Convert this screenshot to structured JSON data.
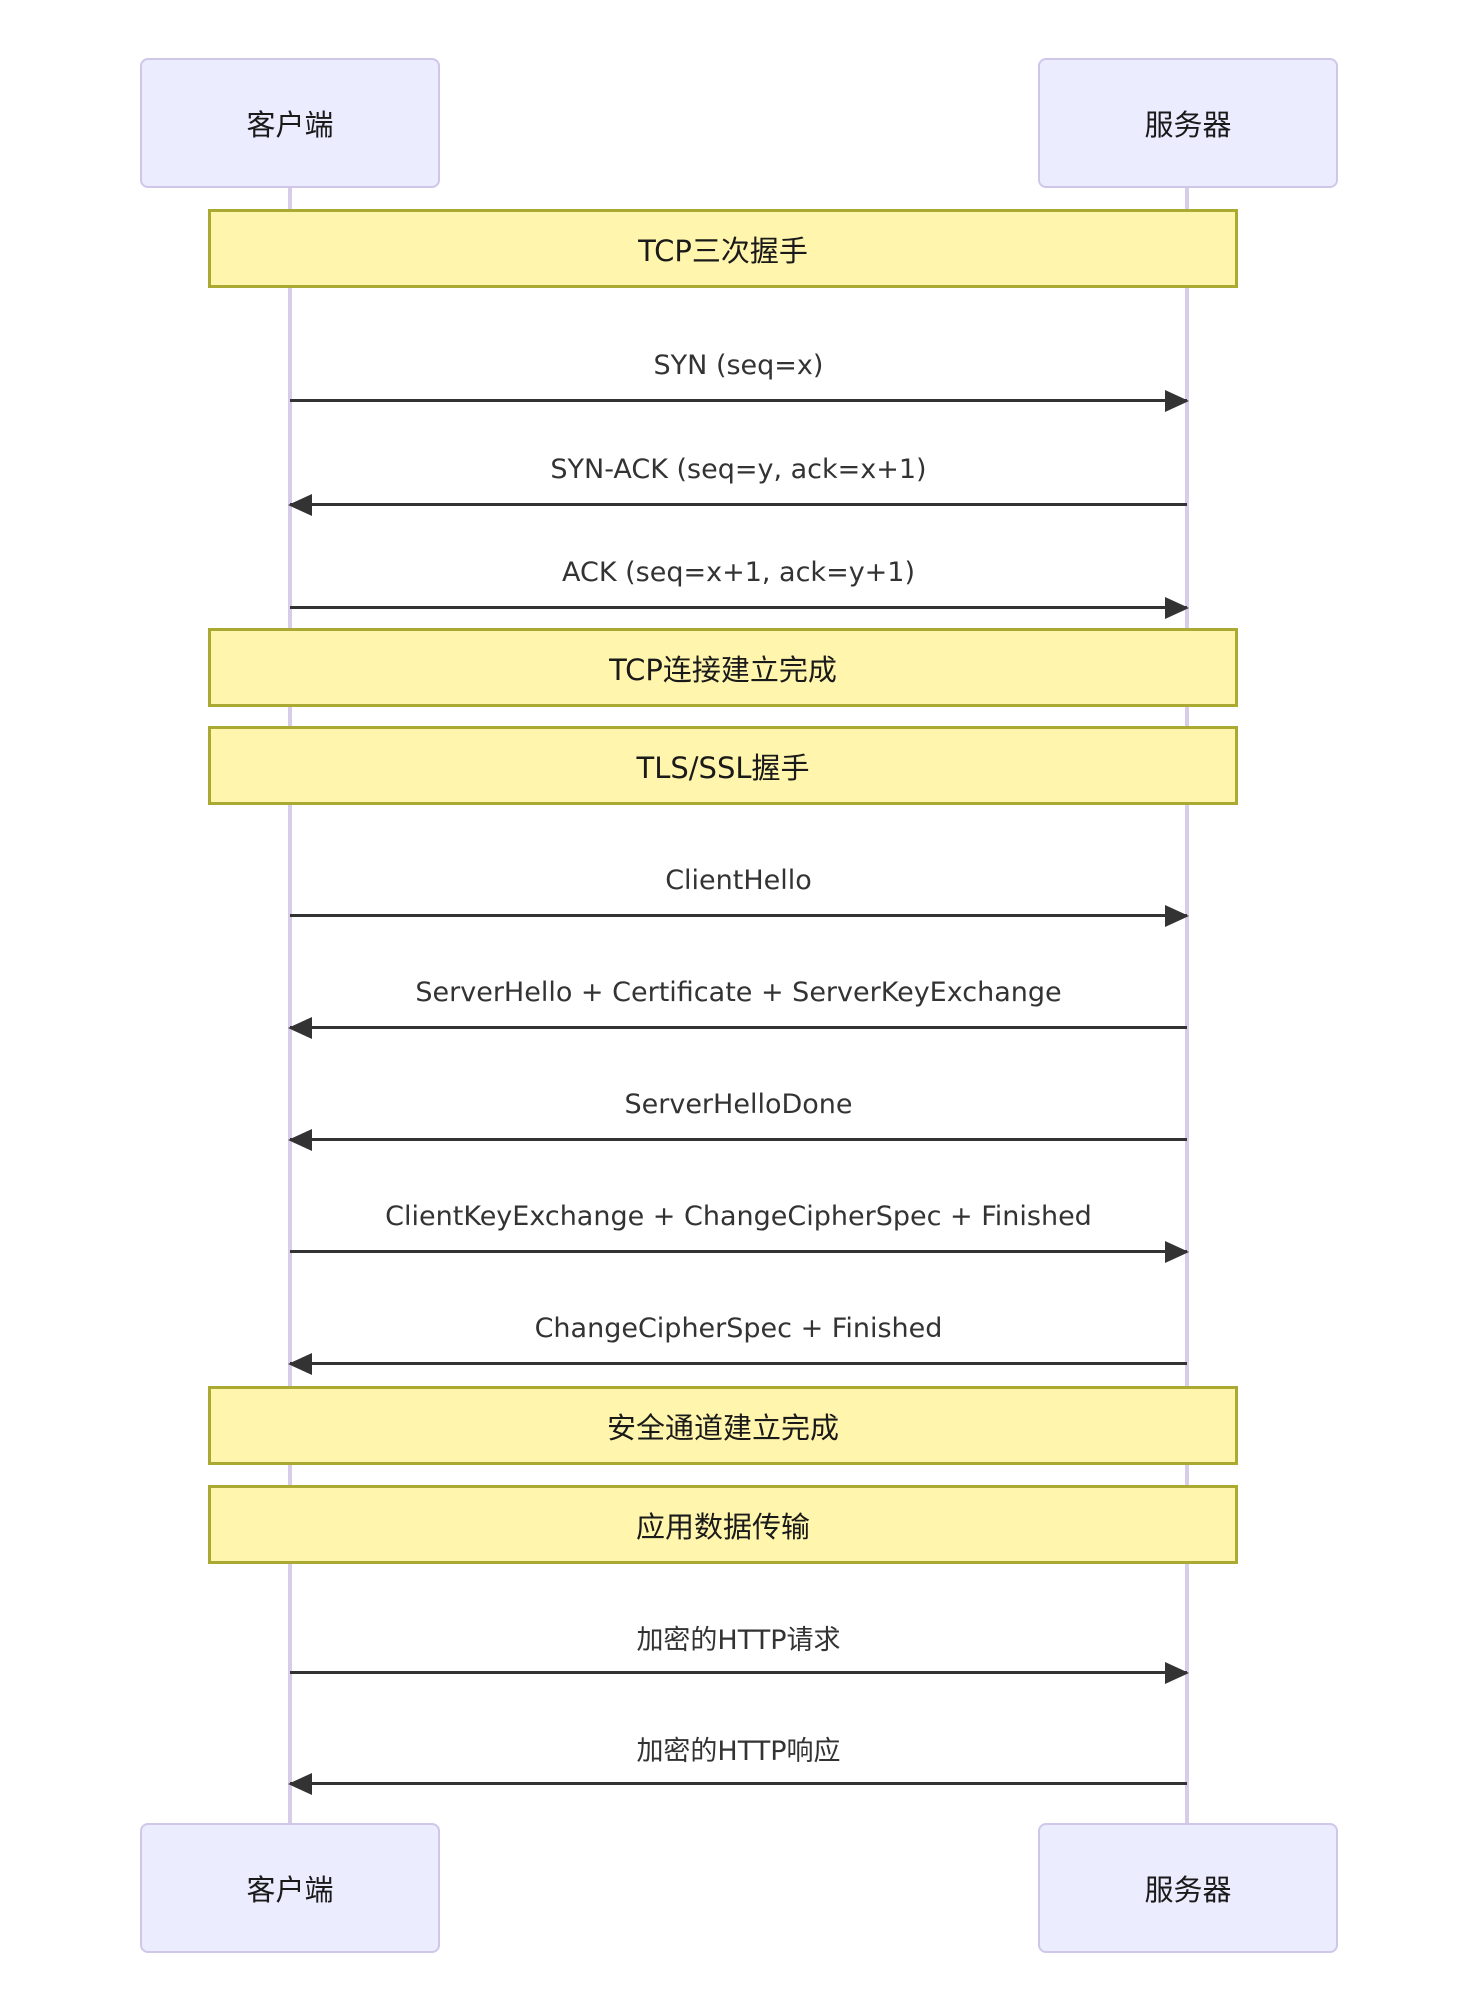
{
  "diagram": {
    "type": "sequence",
    "actors": {
      "client": "客户端",
      "server": "服务器"
    },
    "notes": [
      {
        "label": "TCP三次握手",
        "span": "both"
      },
      {
        "label": "TCP连接建立完成",
        "span": "both"
      },
      {
        "label": "TLS/SSL握手",
        "span": "both"
      },
      {
        "label": "安全通道建立完成",
        "span": "both"
      },
      {
        "label": "应用数据传输",
        "span": "both"
      }
    ],
    "messages": [
      {
        "label": "SYN (seq=x)",
        "from": "client",
        "to": "server",
        "direction": "right"
      },
      {
        "label": "SYN-ACK (seq=y, ack=x+1)",
        "from": "server",
        "to": "client",
        "direction": "left"
      },
      {
        "label": "ACK (seq=x+1, ack=y+1)",
        "from": "client",
        "to": "server",
        "direction": "right"
      },
      {
        "label": "ClientHello",
        "from": "client",
        "to": "server",
        "direction": "right"
      },
      {
        "label": "ServerHello + Certificate + ServerKeyExchange",
        "from": "server",
        "to": "client",
        "direction": "left"
      },
      {
        "label": "ServerHelloDone",
        "from": "server",
        "to": "client",
        "direction": "left"
      },
      {
        "label": "ClientKeyExchange + ChangeCipherSpec + Finished",
        "from": "client",
        "to": "server",
        "direction": "right"
      },
      {
        "label": "ChangeCipherSpec + Finished",
        "from": "server",
        "to": "client",
        "direction": "left"
      },
      {
        "label": "加密的HTTP请求",
        "from": "client",
        "to": "server",
        "direction": "right"
      },
      {
        "label": "加密的HTTP响应",
        "from": "server",
        "to": "client",
        "direction": "left"
      }
    ],
    "colors": {
      "actor_fill": "#ececff",
      "actor_border": "#d0c6ea",
      "lifeline": "#d7cde9",
      "note_fill": "#fff5ad",
      "note_border": "#aaaa33",
      "arrow": "#333333",
      "message_text": "#333333",
      "actor_text": "#1a1a1a"
    }
  }
}
